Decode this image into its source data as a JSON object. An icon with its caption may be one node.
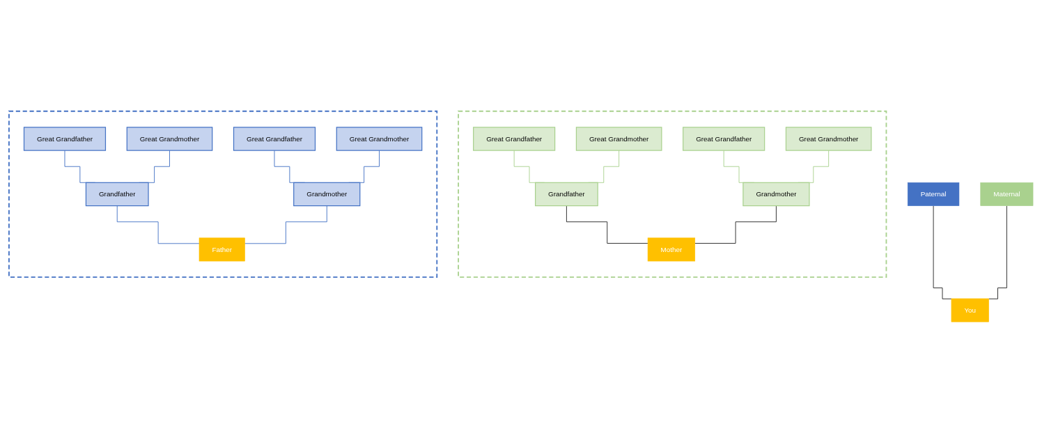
{
  "diagram": {
    "nodes": [
      {
        "text": [],
        "shape": "box"
      },
      {
        "text": [
          "Great Grandfather"
        ],
        "in": 0
      },
      {
        "text": [
          "Great Grandmother"
        ],
        "in": 0
      },
      {
        "text": [
          "Great Grandfather"
        ],
        "in": 0
      },
      {
        "text": [
          "Great Grandmother"
        ],
        "in": 0
      },
      {
        "text": [
          "Grandfather"
        ],
        "in": 0
      },
      {
        "text": [
          "Grandmother"
        ],
        "in": 0
      },
      {
        "text": [
          "Father"
        ],
        "in": 0
      },
      {
        "text": [
          "Paternal"
        ]
      },
      {
        "text": [
          "Maternal"
        ]
      },
      {
        "text": [],
        "shape": "box"
      },
      {
        "text": [
          "Great Grandfather"
        ],
        "in": 10
      },
      {
        "text": [
          "Great Grandmother"
        ],
        "in": 10
      },
      {
        "text": [
          "Great Grandfather"
        ],
        "in": 10
      },
      {
        "text": [
          "Great Grandmother"
        ],
        "in": 10
      },
      {
        "text": [
          "Grandfather"
        ],
        "in": 10
      },
      {
        "text": [
          "Grandmother"
        ],
        "in": 10
      },
      {
        "text": [
          "Mother"
        ],
        "in": 10
      },
      {
        "text": [
          "You"
        ]
      }
    ],
    "edges": [
      {
        "from": 1,
        "to": 5,
        "arrow": "none",
        "color": "#4472c4"
      },
      {
        "from": 2,
        "to": 5,
        "arrow": "none",
        "color": "#4472c4"
      },
      {
        "from": 3,
        "to": 6,
        "arrow": "none",
        "color": "#4472c4"
      },
      {
        "from": 4,
        "to": 6,
        "arrow": "none",
        "color": "#4472c4"
      },
      {
        "from": 5,
        "to": 7,
        "arrow": "none",
        "color": "#4472c4"
      },
      {
        "from": 6,
        "to": 7,
        "arrow": "none",
        "color": "#4472c4"
      },
      {
        "from": 11,
        "to": 15,
        "arrow": "none",
        "color": "#a9d18e"
      },
      {
        "from": 12,
        "to": 15,
        "arrow": "none",
        "color": "#a9d18e"
      },
      {
        "from": 13,
        "to": 16,
        "arrow": "none",
        "color": "#a9d18e"
      },
      {
        "from": 14,
        "to": 16,
        "arrow": "none",
        "color": "#a9d18e"
      },
      {
        "from": 15,
        "to": 17,
        "arrow": "none",
        "color": "#262626"
      },
      {
        "from": 16,
        "to": 17,
        "arrow": "none",
        "color": "#262626"
      },
      {
        "from": 8,
        "to": 18,
        "arrow": "none",
        "color": "#262626"
      },
      {
        "from": 9,
        "to": 18,
        "arrow": "none",
        "color": "#262626"
      }
    ]
  }
}
